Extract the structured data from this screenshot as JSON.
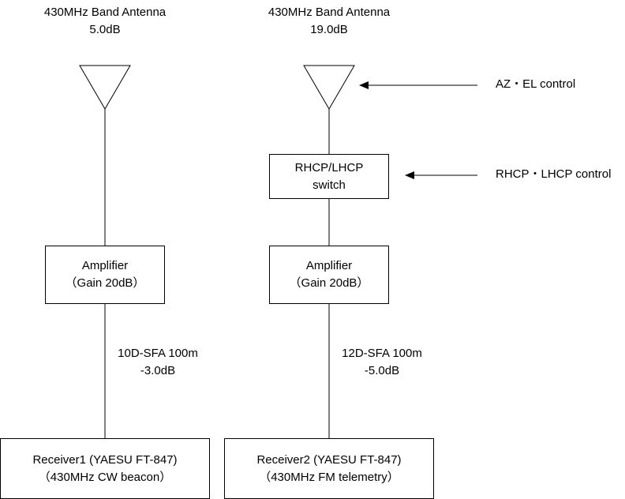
{
  "left_chain": {
    "antenna": {
      "name": "430MHz Band Antenna",
      "gain": "5.0dB"
    },
    "amplifier": {
      "line1": "Amplifier",
      "line2": "（Gain 20dB）"
    },
    "cable": {
      "type": "10D-SFA 100m",
      "loss": "-3.0dB"
    },
    "receiver": {
      "line1": "Receiver1 (YAESU FT-847)",
      "line2": "（430MHz CW beacon）"
    }
  },
  "right_chain": {
    "antenna": {
      "name": "430MHz Band Antenna",
      "gain": "19.0dB"
    },
    "switch": {
      "line1": "RHCP/LHCP",
      "line2": "switch"
    },
    "amplifier": {
      "line1": "Amplifier",
      "line2": "（Gain 20dB）"
    },
    "cable": {
      "type": "12D-SFA 100m",
      "loss": "-5.0dB"
    },
    "receiver": {
      "line1": "Receiver2 (YAESU FT-847)",
      "line2": "（430MHz FM telemetry）"
    }
  },
  "controls": {
    "az_el": "AZ・EL control",
    "polarization": "RHCP・LHCP control"
  }
}
